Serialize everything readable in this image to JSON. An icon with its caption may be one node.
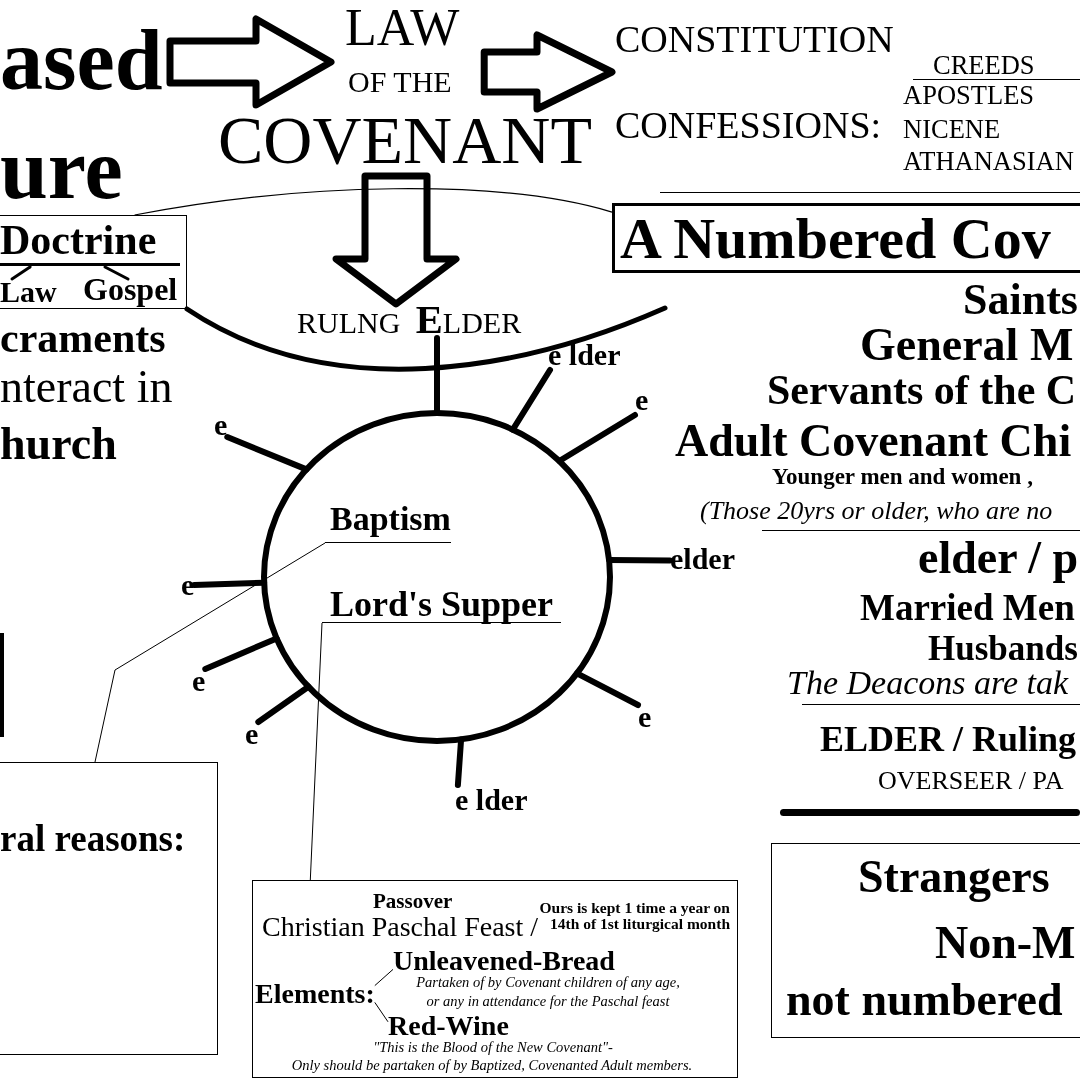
{
  "diagram": {
    "nodes": [
      {
        "text": [
          "ased",
          "ure"
        ]
      },
      {
        "text": [
          "LAW",
          "OF THE",
          "COVENANT"
        ]
      },
      {
        "text": [
          "CONSTITUTION",
          "CONFESSIONS:"
        ]
      },
      {
        "text": [
          "Doctrine",
          "Law",
          "Gospel"
        ]
      },
      {
        "text": [
          "A Numbered Cov"
        ]
      },
      {
        "text": [
          "RULNG **E**LDER"
        ]
      },
      {
        "text": [],
        "shape": "circle"
      },
      {
        "text": [
          "Baptism"
        ],
        "in": 6
      },
      {
        "text": [
          "Lord's Supper"
        ],
        "in": 6
      },
      {
        "text": [
          "e lder"
        ]
      },
      {
        "text": [
          "e"
        ]
      },
      {
        "text": [
          "e"
        ]
      },
      {
        "text": [
          "elder"
        ]
      },
      {
        "text": [
          "e"
        ]
      },
      {
        "text": [
          "e"
        ]
      },
      {
        "text": [
          "e"
        ]
      },
      {
        "text": [
          "e"
        ]
      },
      {
        "text": [
          "e lder"
        ]
      },
      {
        "text": [
          "ral reasons:"
        ]
      },
      {
        "text": [
          "Passover",
          "Christian Paschal Feast /",
          "Ours is kept 1 time a year on 14th of 1st liturgical month"
        ]
      },
      {
        "text": [
          "Elements:"
        ],
        "in": 19
      },
      {
        "text": [
          "Unleavened-Bread",
          "Partaken of by Covenant children of any age, or any in attendance for the Paschal feast"
        ],
        "in": 19
      },
      {
        "text": [
          "Red-Wine",
          "\"This is the Blood of the New Covenant\"-",
          "Only should be partaken of by Baptized, Covenanted Adult members."
        ],
        "in": 19
      },
      {
        "text": [
          "Strangers",
          "Non-M",
          "not numbered"
        ]
      }
    ],
    "edges": [
      {
        "from": 0,
        "to": 1,
        "arrow": "to"
      },
      {
        "from": 1,
        "to": 2,
        "arrow": "to"
      },
      {
        "from": 1,
        "to": 5,
        "arrow": "to"
      },
      {
        "from": 3,
        "to": 4,
        "arrow": "none"
      },
      {
        "from": 3,
        "to": null,
        "arrow": "none"
      },
      {
        "from": 5,
        "to": 6,
        "arrow": "none"
      },
      {
        "from": 9,
        "to": 6,
        "arrow": "none"
      },
      {
        "from": 10,
        "to": 6,
        "arrow": "none"
      },
      {
        "from": 11,
        "to": 6,
        "arrow": "none"
      },
      {
        "from": 12,
        "to": 6,
        "arrow": "none"
      },
      {
        "from": 13,
        "to": 6,
        "arrow": "none"
      },
      {
        "from": 14,
        "to": 6,
        "arrow": "none"
      },
      {
        "from": 15,
        "to": 6,
        "arrow": "none"
      },
      {
        "from": 16,
        "to": 6,
        "arrow": "none"
      },
      {
        "from": 17,
        "to": 6,
        "arrow": "none"
      },
      {
        "from": 7,
        "to": 18,
        "arrow": "none"
      },
      {
        "from": 8,
        "to": 19,
        "arrow": "none"
      },
      {
        "from": 20,
        "to": 21,
        "arrow": "none"
      },
      {
        "from": 20,
        "to": 22,
        "arrow": "none"
      }
    ],
    "labels": [
      "CREEDS",
      "APOSTLES",
      "NICENE",
      "ATHANASIAN",
      "craments",
      "nteract in",
      "hurch",
      "Saints",
      "General M",
      "Servants of the C",
      "Adult Covenant Chi",
      "Younger men and women ,",
      "(Those 20yrs or older, who are no",
      "elder / p",
      "Married Men",
      "Husbands",
      "The Deacons are tak",
      "ELDER / Ruling",
      "OVERSEER / PA"
    ]
  }
}
